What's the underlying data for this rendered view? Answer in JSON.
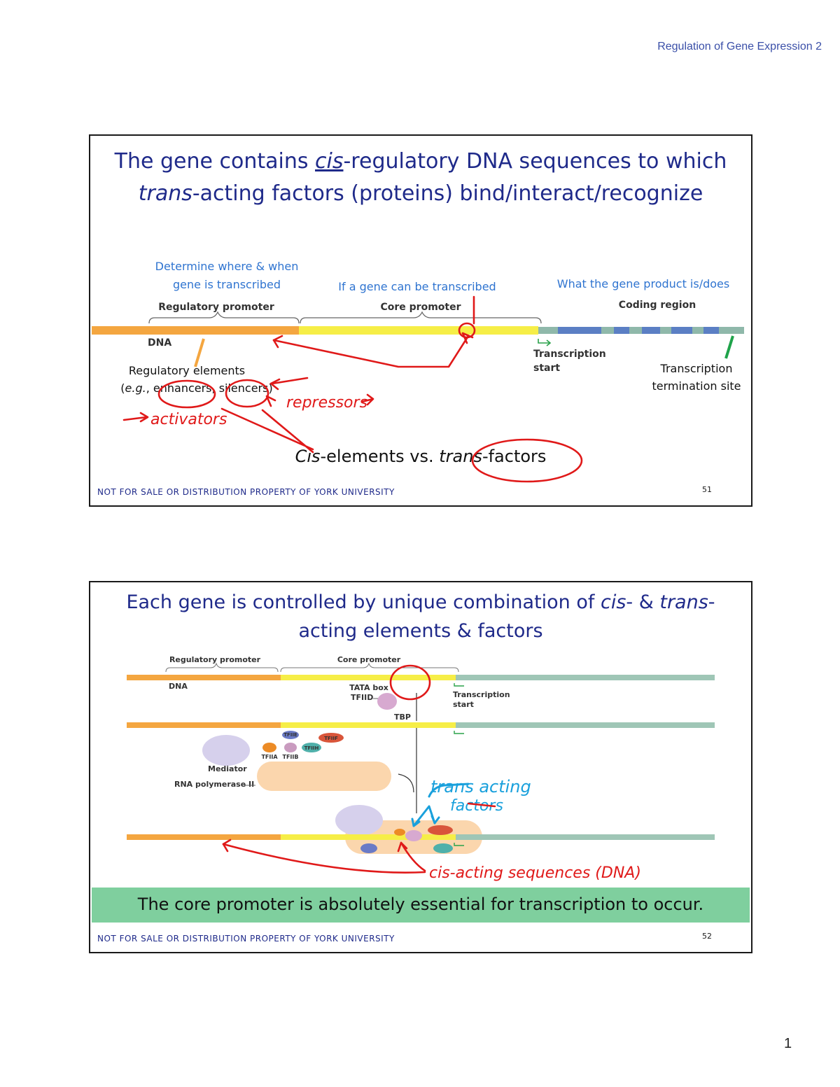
{
  "page": {
    "header": "Regulation of Gene Expression 2",
    "page_number": "1"
  },
  "slide1": {
    "title_line1": [
      "The gene contains ",
      "cis",
      "-regulatory DNA sequences to which"
    ],
    "title_line2": [
      "trans",
      "-acting factors (proteins) bind/interact/recognize"
    ],
    "note_where_1": "Determine where & when",
    "note_where_2": "gene is transcribed",
    "note_if": "If a gene can be transcribed",
    "note_what": "What the gene product is/does",
    "label_regulatory": "Regulatory promoter",
    "label_core": "Core promoter",
    "label_coding": "Coding region",
    "label_dna": "DNA",
    "label_tx_start_1": "Transcription",
    "label_tx_start_2": "start",
    "label_term_1": "Transcription",
    "label_term_2": "termination site",
    "label_reg_el_1": "Regulatory elements",
    "label_reg_el_2": [
      "(",
      "e.g.",
      ", enhancers, silencers)"
    ],
    "label_cis_trans": [
      "Cis",
      "-elements vs. ",
      "trans",
      "-factors"
    ],
    "hand_activators": "activators",
    "hand_repressors": "repressors",
    "footer": "NOT FOR SALE OR DISTRIBUTION PROPERTY OF YORK UNIVERSITY",
    "slide_number": "51"
  },
  "slide2": {
    "title_line1": [
      "Each gene is controlled by unique combination of ",
      "cis",
      "- & ",
      "trans",
      "-"
    ],
    "title_line2": "acting elements & factors",
    "label_regulatory": "Regulatory promoter",
    "label_core": "Core promoter",
    "label_dna": "DNA",
    "label_tata": "TATA box",
    "label_tfiid": "TFIID",
    "label_tbp": "TBP",
    "label_tx_start_1": "Transcription",
    "label_tx_start_2": "start",
    "label_tfiie": "TFIIE",
    "label_tfiif": "TFIIF",
    "label_tfiia": "TFIIA",
    "label_tfiib": "TFIIB",
    "label_tfiih": "TFIIH",
    "label_mediator": "Mediator",
    "label_rnapol": "RNA polymerase II",
    "hand_trans_1": "trans acting",
    "hand_trans_2": "factors",
    "hand_cis": "cis-acting sequences (DNA)",
    "banner": "The core promoter is absolutely essential for transcription to occur.",
    "footer": "NOT FOR SALE OR DISTRIBUTION PROPERTY OF YORK UNIVERSITY",
    "slide_number": "52"
  },
  "colors": {
    "title_blue": "#1f2a8a",
    "note_blue": "#2f74d0",
    "ink_red": "#e01919",
    "ink_blue": "#19a0dc",
    "banner_green": "#7fcf9e"
  }
}
